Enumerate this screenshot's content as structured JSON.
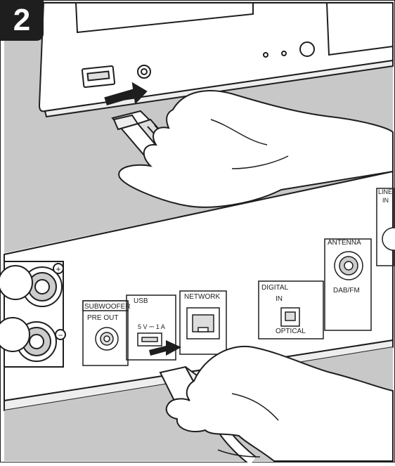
{
  "step": {
    "number": "2"
  },
  "rear_panel": {
    "subwoofer_label": "SUBWOOFER",
    "pre_out_label": "PRE OUT",
    "usb_label": "USB",
    "usb_rating": "5 V ⎓ 1 A",
    "network_label": "NETWORK",
    "digital_label": "DIGITAL",
    "digital_in_label": "IN",
    "optical_label": "OPTICAL",
    "antenna_label": "ANTENNA",
    "dab_fm_label": "DAB/FM",
    "line_label": "LINE",
    "line_in_label": "IN",
    "plus_sign": "+",
    "minus_sign": "−"
  },
  "colors": {
    "panel_gray": "#c8c8c8",
    "device_white": "#ffffff",
    "outline": "#1e1e1e",
    "badge": "#1e1e1e"
  }
}
